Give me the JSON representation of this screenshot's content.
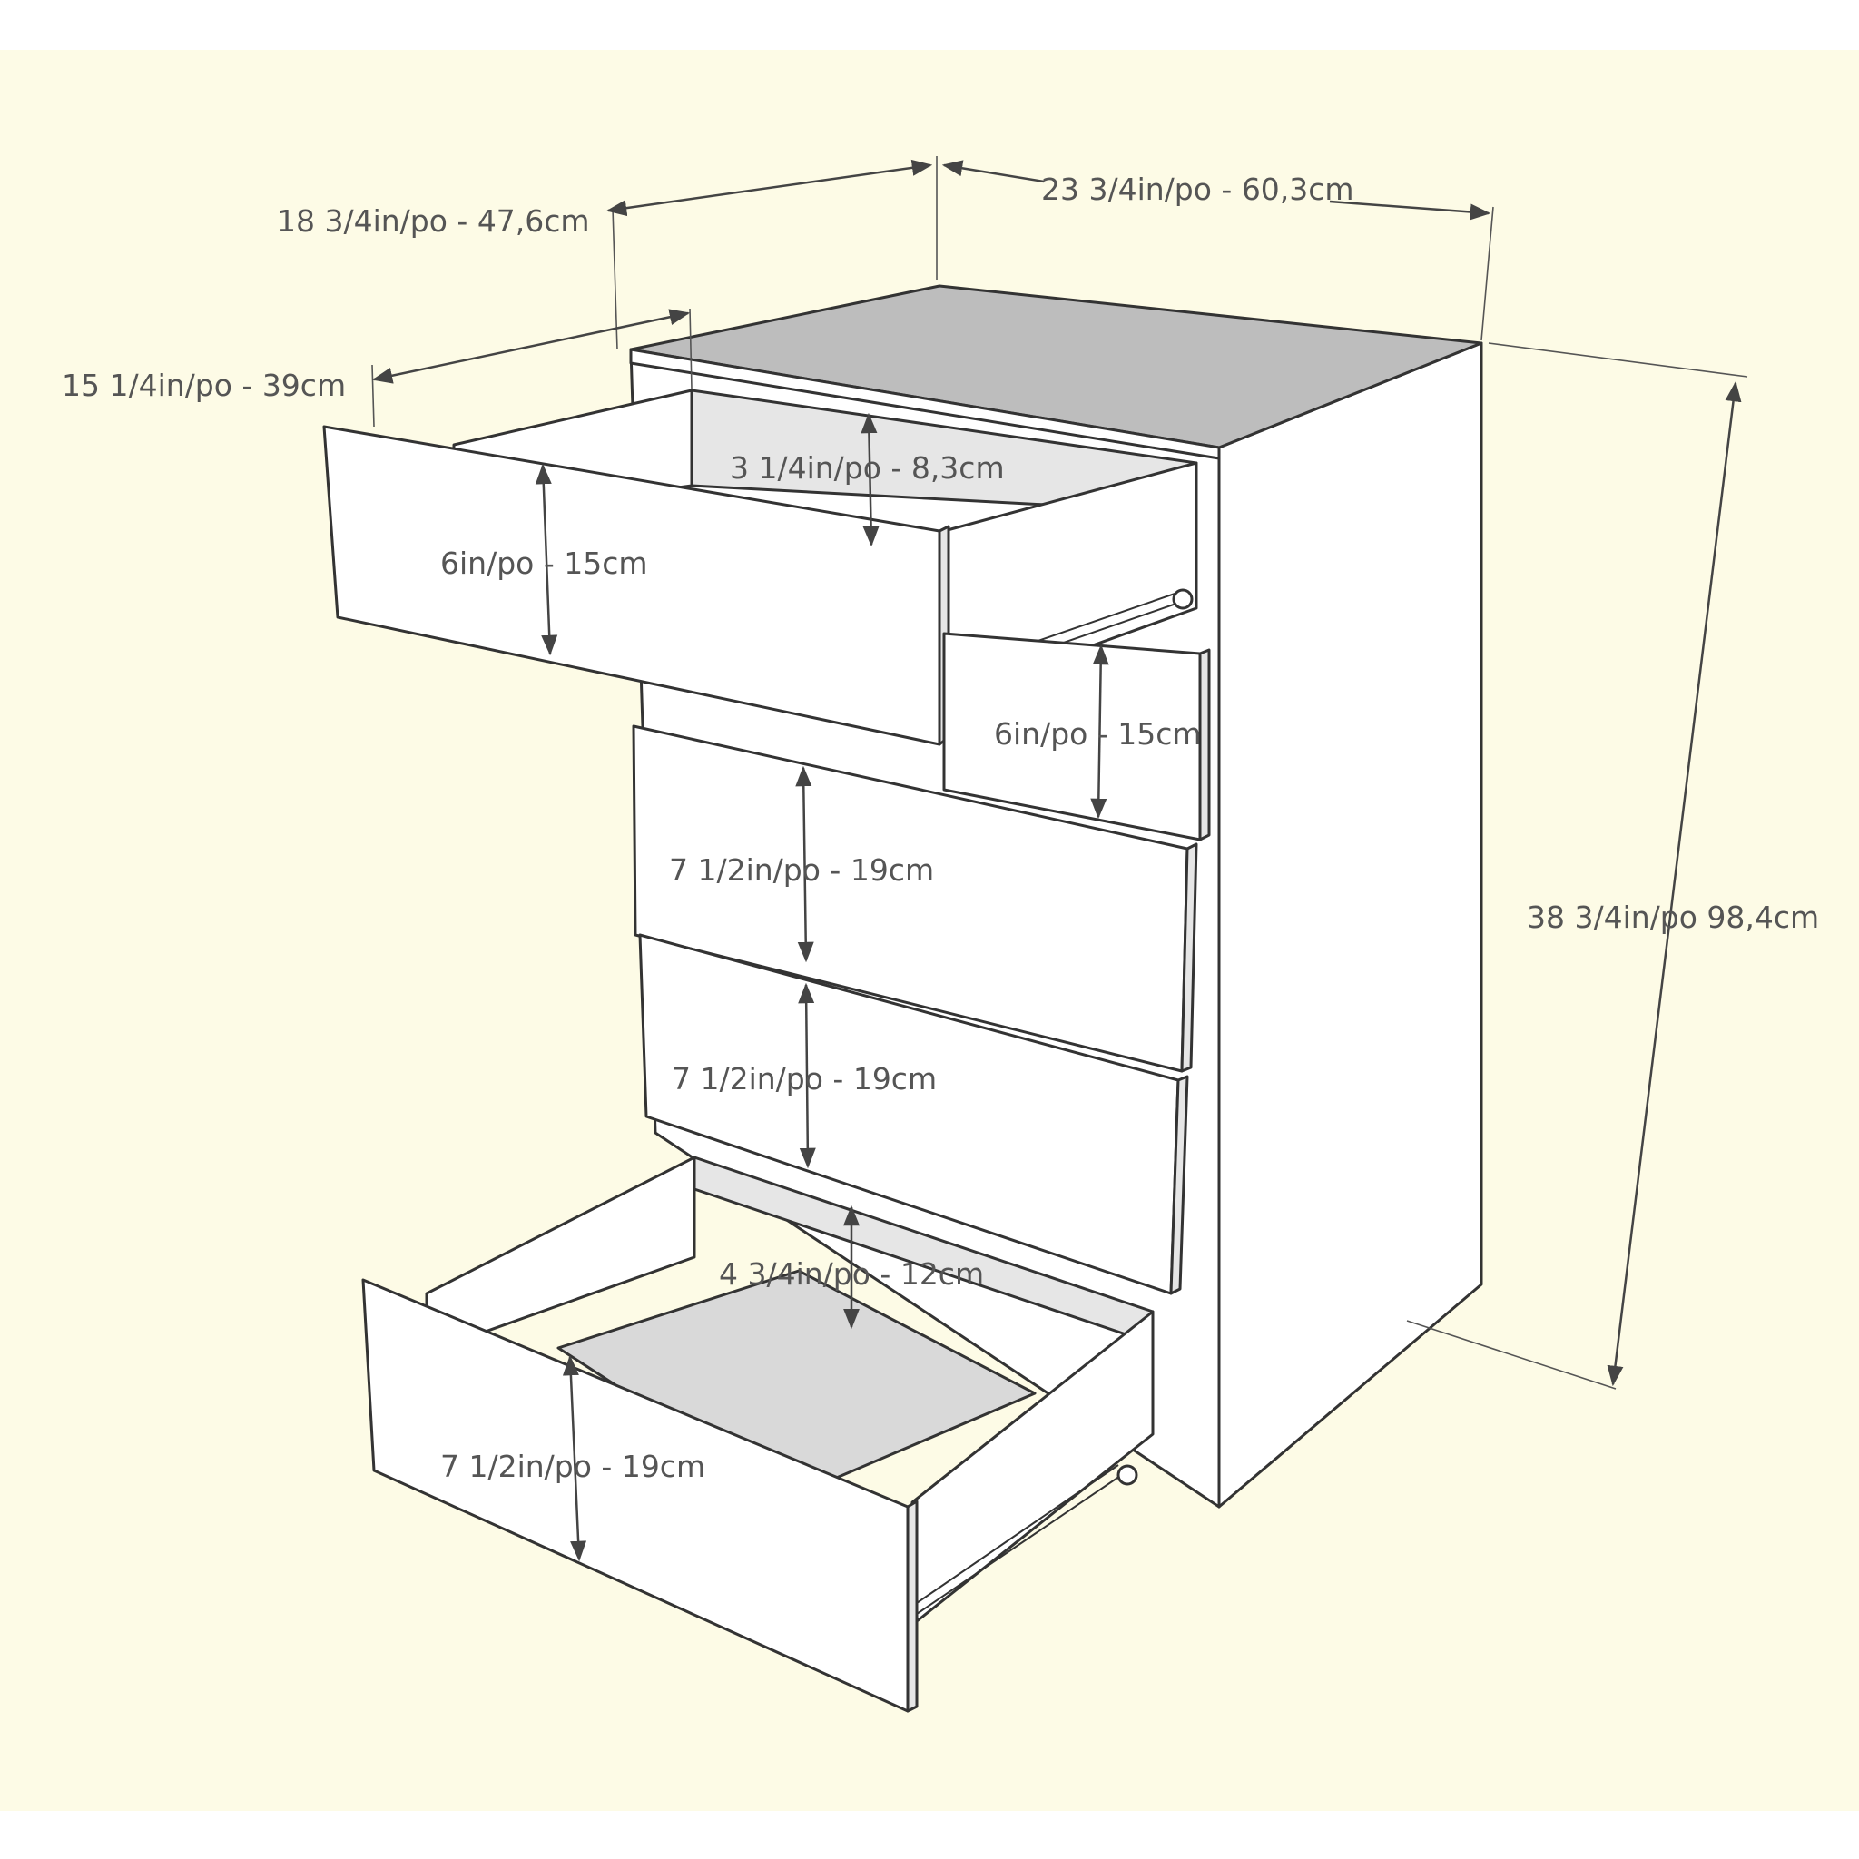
{
  "colors": {
    "background": "#fdfbe6",
    "frame": "#ffffff",
    "face_light": "#ffffff",
    "face_shadow": "#e6e6e6",
    "top_surface": "#bdbdbd",
    "drawer_bottom": "#d9d9d9",
    "outline": "#333333",
    "label_text": "#555555"
  },
  "labels": {
    "overall_width": "23 3/4in/po - 60,3cm",
    "overall_depth": "18 3/4in/po - 47,6cm",
    "drawer_depth": "15 1/4in/po - 39cm",
    "overall_height": "38 3/4in/po 98,4cm",
    "top_drawer_inner_height": "3 1/4in/po - 8,3cm",
    "top_drawer_front_height": "6in/po - 15cm",
    "second_drawer_front_height": "6in/po - 15cm",
    "third_drawer_front_height": "7 1/2in/po - 19cm",
    "fourth_drawer_front_height": "7 1/2in/po - 19cm",
    "bottom_drawer_inner_height": "4 3/4in/po - 12cm",
    "bottom_drawer_front_height": "7 1/2in/po - 19cm"
  }
}
